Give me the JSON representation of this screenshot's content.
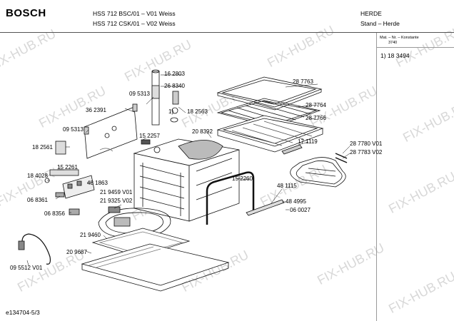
{
  "header": {
    "brand": "BOSCH",
    "model_line_1": "HSS 712 BSC/01 – V01 Weiss",
    "model_line_2": "HSS 712 CSK/01 – V02 Weiss",
    "category": "HERDE",
    "subcategory": "Stand – Herde"
  },
  "side_panel": {
    "column_header_1": "Mat. – Nr. – Konstante",
    "column_header_2": "3740",
    "reference": "1)  18 3494"
  },
  "watermark": "FIX-HUB.RU",
  "parts": [
    {
      "id": "p1",
      "text": "16 2803"
    },
    {
      "id": "p2",
      "text": "26 8340"
    },
    {
      "id": "p3",
      "text": "28 7763"
    },
    {
      "id": "p4",
      "text": "09 5313"
    },
    {
      "id": "p5",
      "text": "1)"
    },
    {
      "id": "p6",
      "text": "18 2563"
    },
    {
      "id": "p7",
      "text": "28 7764"
    },
    {
      "id": "p8",
      "text": "36 2391"
    },
    {
      "id": "p9",
      "text": "28 7766"
    },
    {
      "id": "p10",
      "text": "09 5313"
    },
    {
      "id": "p11",
      "text": "15 2257"
    },
    {
      "id": "p12",
      "text": "20 8392"
    },
    {
      "id": "p13",
      "text": "18 2561"
    },
    {
      "id": "p14",
      "text": "17 1119"
    },
    {
      "id": "p15",
      "text": "28 7780 V01"
    },
    {
      "id": "p16",
      "text": "28 7783 V02"
    },
    {
      "id": "p17",
      "text": "15 2261"
    },
    {
      "id": "p18",
      "text": "18 4028"
    },
    {
      "id": "p19",
      "text": "48 1863"
    },
    {
      "id": "p20",
      "text": "15 2260"
    },
    {
      "id": "p21",
      "text": "06 8361"
    },
    {
      "id": "p22",
      "text": "21 9459 V01"
    },
    {
      "id": "p23",
      "text": "21 9325 V02"
    },
    {
      "id": "p24",
      "text": "48 1115"
    },
    {
      "id": "p25",
      "text": "48 4995"
    },
    {
      "id": "p26",
      "text": "06 8356"
    },
    {
      "id": "p27",
      "text": "06 0027"
    },
    {
      "id": "p28",
      "text": "21 9460"
    },
    {
      "id": "p29",
      "text": "20 9687"
    },
    {
      "id": "p30",
      "text": "09 5512 V01"
    }
  ],
  "document_id": "e134704-5/3"
}
